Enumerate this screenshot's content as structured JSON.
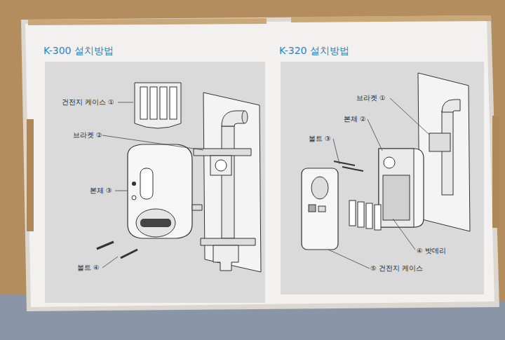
{
  "diagram": {
    "nodes": [
      {
        "text": [
          "K-300 설치방법"
        ]
      },
      {
        "text": [
          "K-320 설치방법"
        ]
      }
    ],
    "labels": [
      "건전지 케이스 ①",
      "브라켓 ②",
      "본체 ③",
      "볼트 ④",
      "브라켓 ①",
      "본체 ②",
      "볼트 ③",
      "④ 밧데리",
      "⑤ 건전지 케이스"
    ]
  }
}
